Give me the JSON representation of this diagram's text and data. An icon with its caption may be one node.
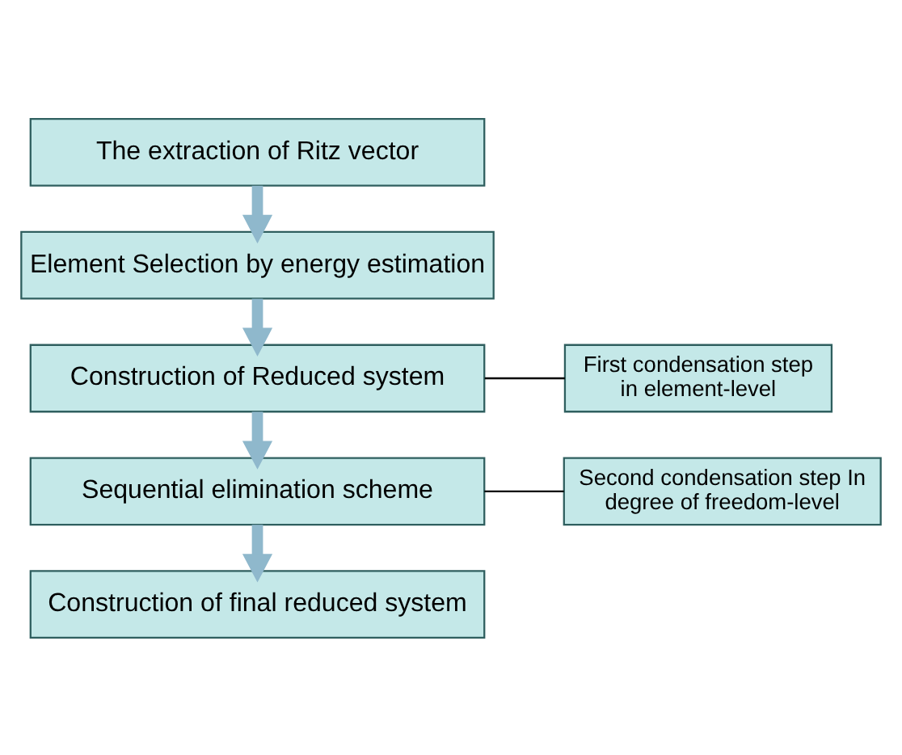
{
  "diagram": {
    "nodes": [
      {
        "text": [
          "The extraction of Ritz vector"
        ]
      },
      {
        "text": [
          "Element Selection by energy estimation"
        ]
      },
      {
        "text": [
          "Construction of Reduced system"
        ]
      },
      {
        "text": [
          "Sequential elimination scheme"
        ]
      },
      {
        "text": [
          "Construction of final reduced system"
        ]
      },
      {
        "text": [
          "First condensation step in element-level"
        ]
      },
      {
        "text": [
          "Second condensation step In degree of freedom-level"
        ]
      }
    ],
    "edges": [
      {
        "from": 0,
        "to": 1,
        "arrow": "to"
      },
      {
        "from": 1,
        "to": 2,
        "arrow": "to"
      },
      {
        "from": 2,
        "to": 3,
        "arrow": "to"
      },
      {
        "from": 3,
        "to": 4,
        "arrow": "to"
      },
      {
        "from": 2,
        "to": 5,
        "arrow": "none",
        "color": "#000000"
      },
      {
        "from": 3,
        "to": 6,
        "arrow": "none",
        "color": "#000000"
      }
    ]
  }
}
